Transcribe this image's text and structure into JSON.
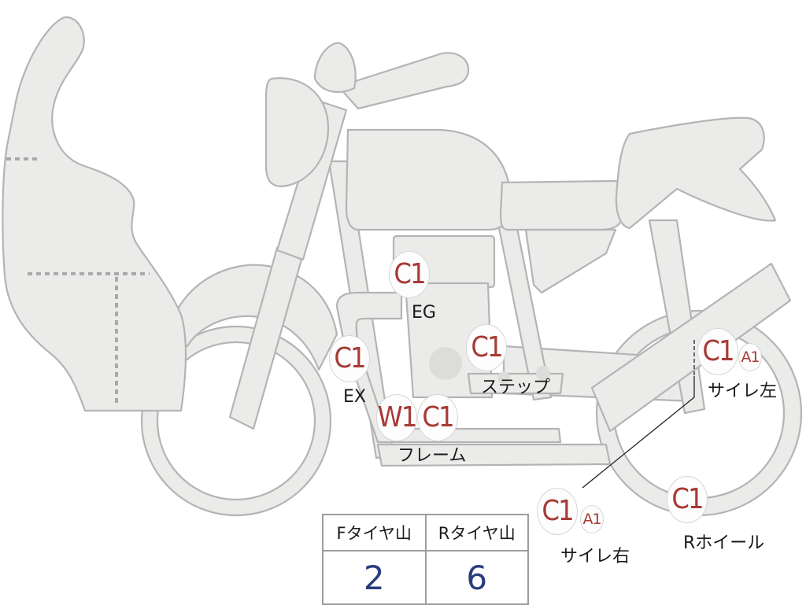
{
  "badges": {
    "engine": "C1",
    "exhaust": "C1",
    "step": "C1",
    "frame_w": "W1",
    "frame_c": "C1",
    "silencer_left": "C1",
    "silencer_left_sub": "A1",
    "silencer_right": "C1",
    "silencer_right_sub": "A1",
    "rear_wheel": "C1"
  },
  "labels": {
    "engine": "EG",
    "exhaust": "EX",
    "step": "ステップ",
    "frame": "フレーム",
    "silencer_left": "サイレ左",
    "silencer_right": "サイレ右",
    "rear_wheel": "Rホイール"
  },
  "tire_table": {
    "front_header": "Fタイヤ山",
    "rear_header": "Rタイヤ山",
    "front_value": "2",
    "rear_value": "6"
  },
  "colors": {
    "part_fill": "#ebebea",
    "part_stroke": "#b4b4b4",
    "badge_text": "#a83a36",
    "value_text": "#2a3d7c"
  }
}
